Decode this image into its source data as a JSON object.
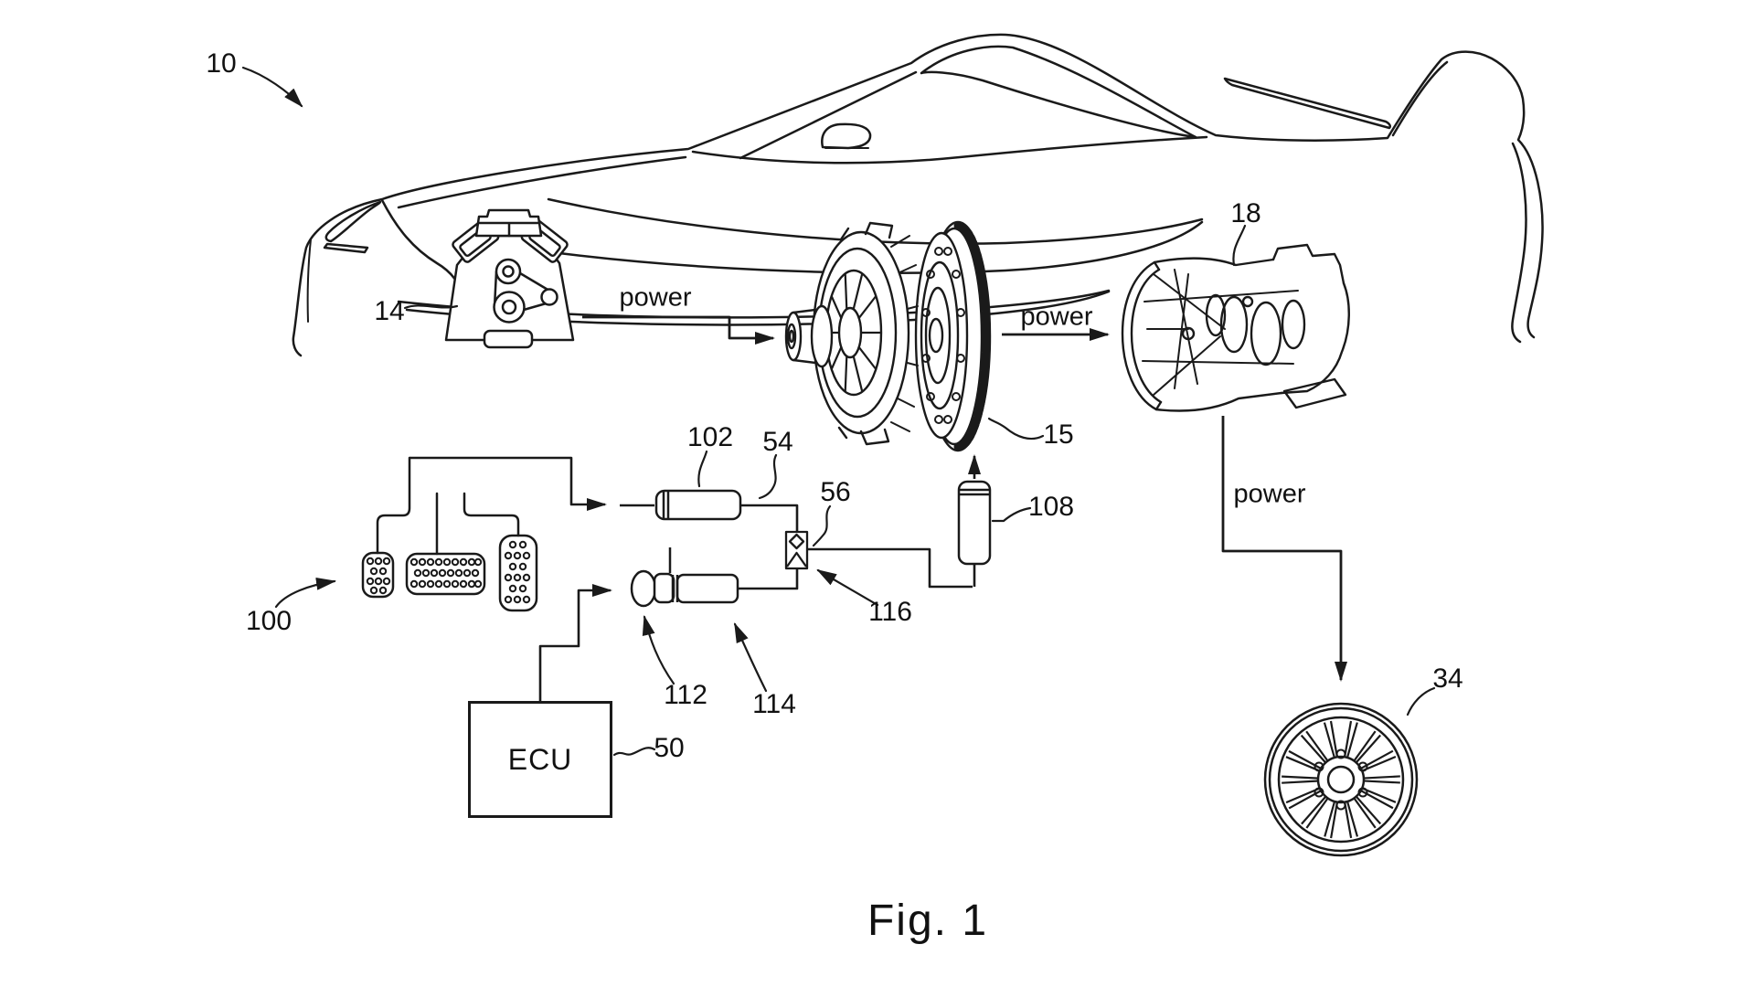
{
  "caption": "Fig. 1",
  "labels": {
    "r10": "10",
    "r14": "14",
    "r15": "15",
    "r18": "18",
    "r34": "34",
    "r50": "50",
    "r54": "54",
    "r56": "56",
    "r100": "100",
    "r102": "102",
    "r108": "108",
    "r112": "112",
    "r114": "114",
    "r116": "116"
  },
  "power": {
    "p1": "power",
    "p2": "power",
    "p3": "power"
  },
  "ecu": {
    "label": "ECU"
  },
  "colors": {
    "line": "#1a1a1a",
    "background": "#ffffff"
  }
}
